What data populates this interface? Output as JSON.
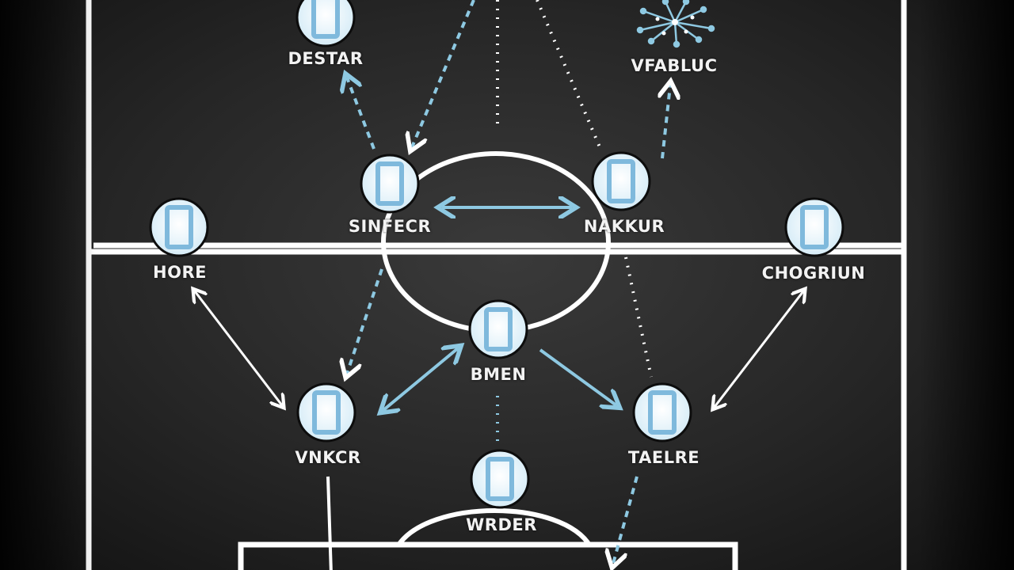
{
  "colors": {
    "line": "#ffffff",
    "accent": "#8ec9e2",
    "token_fill": "#f6fbff",
    "token_mark": "#7fb9dc"
  },
  "players": [
    {
      "id": "destar",
      "label": "DESTAR"
    },
    {
      "id": "sinfecr",
      "label": "SINFECR"
    },
    {
      "id": "nakkur",
      "label": "NAKKUR"
    },
    {
      "id": "hore",
      "label": "HORE"
    },
    {
      "id": "chogrion",
      "label": "CHOGRIUN"
    },
    {
      "id": "bmen",
      "label": "BMEN"
    },
    {
      "id": "vnkcr",
      "label": "VNKCR"
    },
    {
      "id": "taelre",
      "label": "TAELRE"
    },
    {
      "id": "wrder",
      "label": "WRDER"
    }
  ],
  "annotation": {
    "label": "VFABLUC",
    "icon": "network-burst-icon"
  }
}
